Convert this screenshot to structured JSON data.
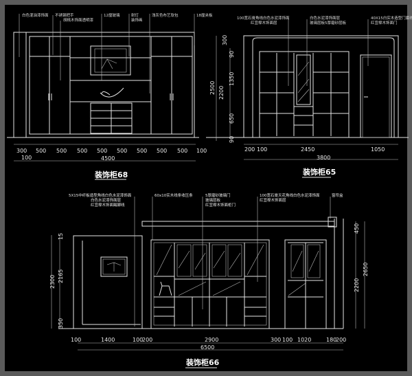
{
  "colors": {
    "background": "#000000",
    "frame": "#5b5b5b",
    "lines": "#e6e6e6"
  },
  "d68": {
    "title": "装饰柜68",
    "annotations": [
      "白色混油漆饰面",
      "不锈钢把手",
      "胡桃木饰面透明漆",
      "12厘玻璃",
      "射灯",
      "装饰画",
      "浅灰色布艺软包",
      "18厘夹板"
    ],
    "dims": [
      "300",
      "500",
      "500",
      "500",
      "500",
      "500",
      "500",
      "500",
      "500",
      "100"
    ],
    "dim_sub": "100",
    "total": "4500"
  },
  "d65": {
    "title": "装饰柜65",
    "annotations": [
      "100宽石膏角线白色水泥漆饰面",
      "红宜榉木饰面层",
      "白色水泥漆饰面层",
      "玻璃层板5厚磨砂层板",
      "40X15白实木造型门套线",
      "红宜榉木饰面门"
    ],
    "dims": [
      "200",
      "100",
      "2450",
      "1050"
    ],
    "total": "3800",
    "vdims": [
      "300",
      "90",
      "1350",
      "650",
      "90",
      "2500",
      "2200"
    ]
  },
  "d66": {
    "title": "装饰柜66",
    "annotations": [
      "5X15中纤板造型角线白色水泥漆饰面",
      "白色水泥漆饰面层",
      "红宜榉木饰面踢脚线",
      "60x10实木线条收压条",
      "5厚磨砂玻璃门",
      "玻璃层板",
      "红宜榉木饰面柜门",
      "100宽石膏天花角线白色水泥漆饰面",
      "红宜榉木饰面层",
      "窗帘盒"
    ],
    "dims": [
      "100",
      "1400",
      "100",
      "200",
      "2900",
      "300",
      "100",
      "1020",
      "180",
      "200"
    ],
    "total": "6500",
    "vdims_left": [
      "15",
      "2165",
      "350",
      "2300"
    ],
    "vdims_right": [
      "450",
      "2200",
      "2650"
    ]
  }
}
